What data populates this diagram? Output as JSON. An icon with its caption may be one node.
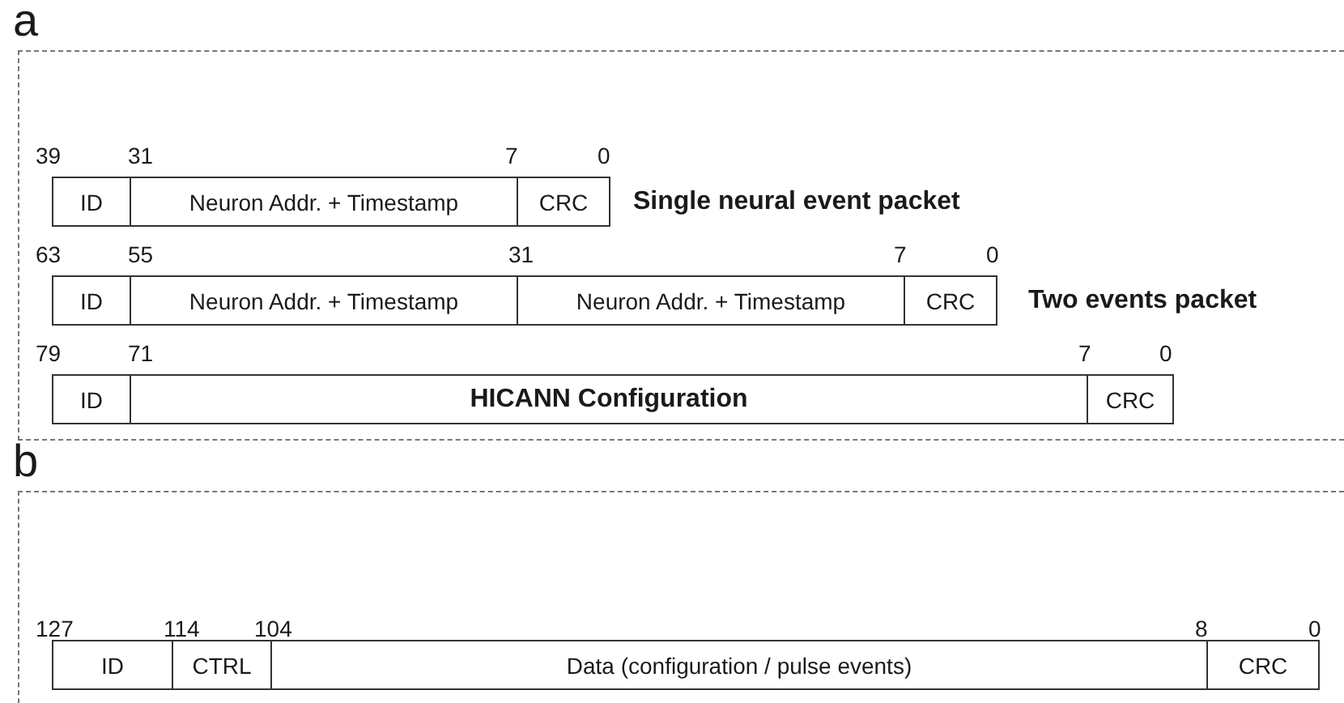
{
  "diagram": {
    "nodes": [
      {
        "text": [
          "a"
        ]
      },
      {
        "text": [
          "ID"
        ],
        "in": 0
      },
      {
        "text": [
          "Neuron Addr. + Timestamp"
        ],
        "in": 0
      },
      {
        "text": [
          "CRC"
        ],
        "in": 0
      },
      {
        "text": [
          "ID"
        ],
        "in": 0
      },
      {
        "text": [
          "Neuron Addr. + Timestamp"
        ],
        "in": 0
      },
      {
        "text": [
          "Neuron Addr. + Timestamp"
        ],
        "in": 0
      },
      {
        "text": [
          "CRC"
        ],
        "in": 0
      },
      {
        "text": [
          "ID"
        ],
        "in": 0
      },
      {
        "text": [
          "HICANN Configuration"
        ],
        "in": 0
      },
      {
        "text": [
          "CRC"
        ],
        "in": 0
      },
      {
        "text": [
          "b"
        ]
      },
      {
        "text": [
          "ID"
        ],
        "in": 11
      },
      {
        "text": [
          "CTRL"
        ],
        "in": 11
      },
      {
        "text": [
          "Data (configuration / pulse events)"
        ],
        "in": 11
      },
      {
        "text": [
          "CRC"
        ],
        "in": 11
      }
    ],
    "edges": [],
    "labels": [
      "39",
      "31",
      "7",
      "0",
      "Single neural event packet",
      "63",
      "55",
      "31",
      "7",
      "0",
      "Two events packet",
      "79",
      "71",
      "7",
      "0",
      "127",
      "114",
      "104",
      "8",
      "0"
    ]
  }
}
